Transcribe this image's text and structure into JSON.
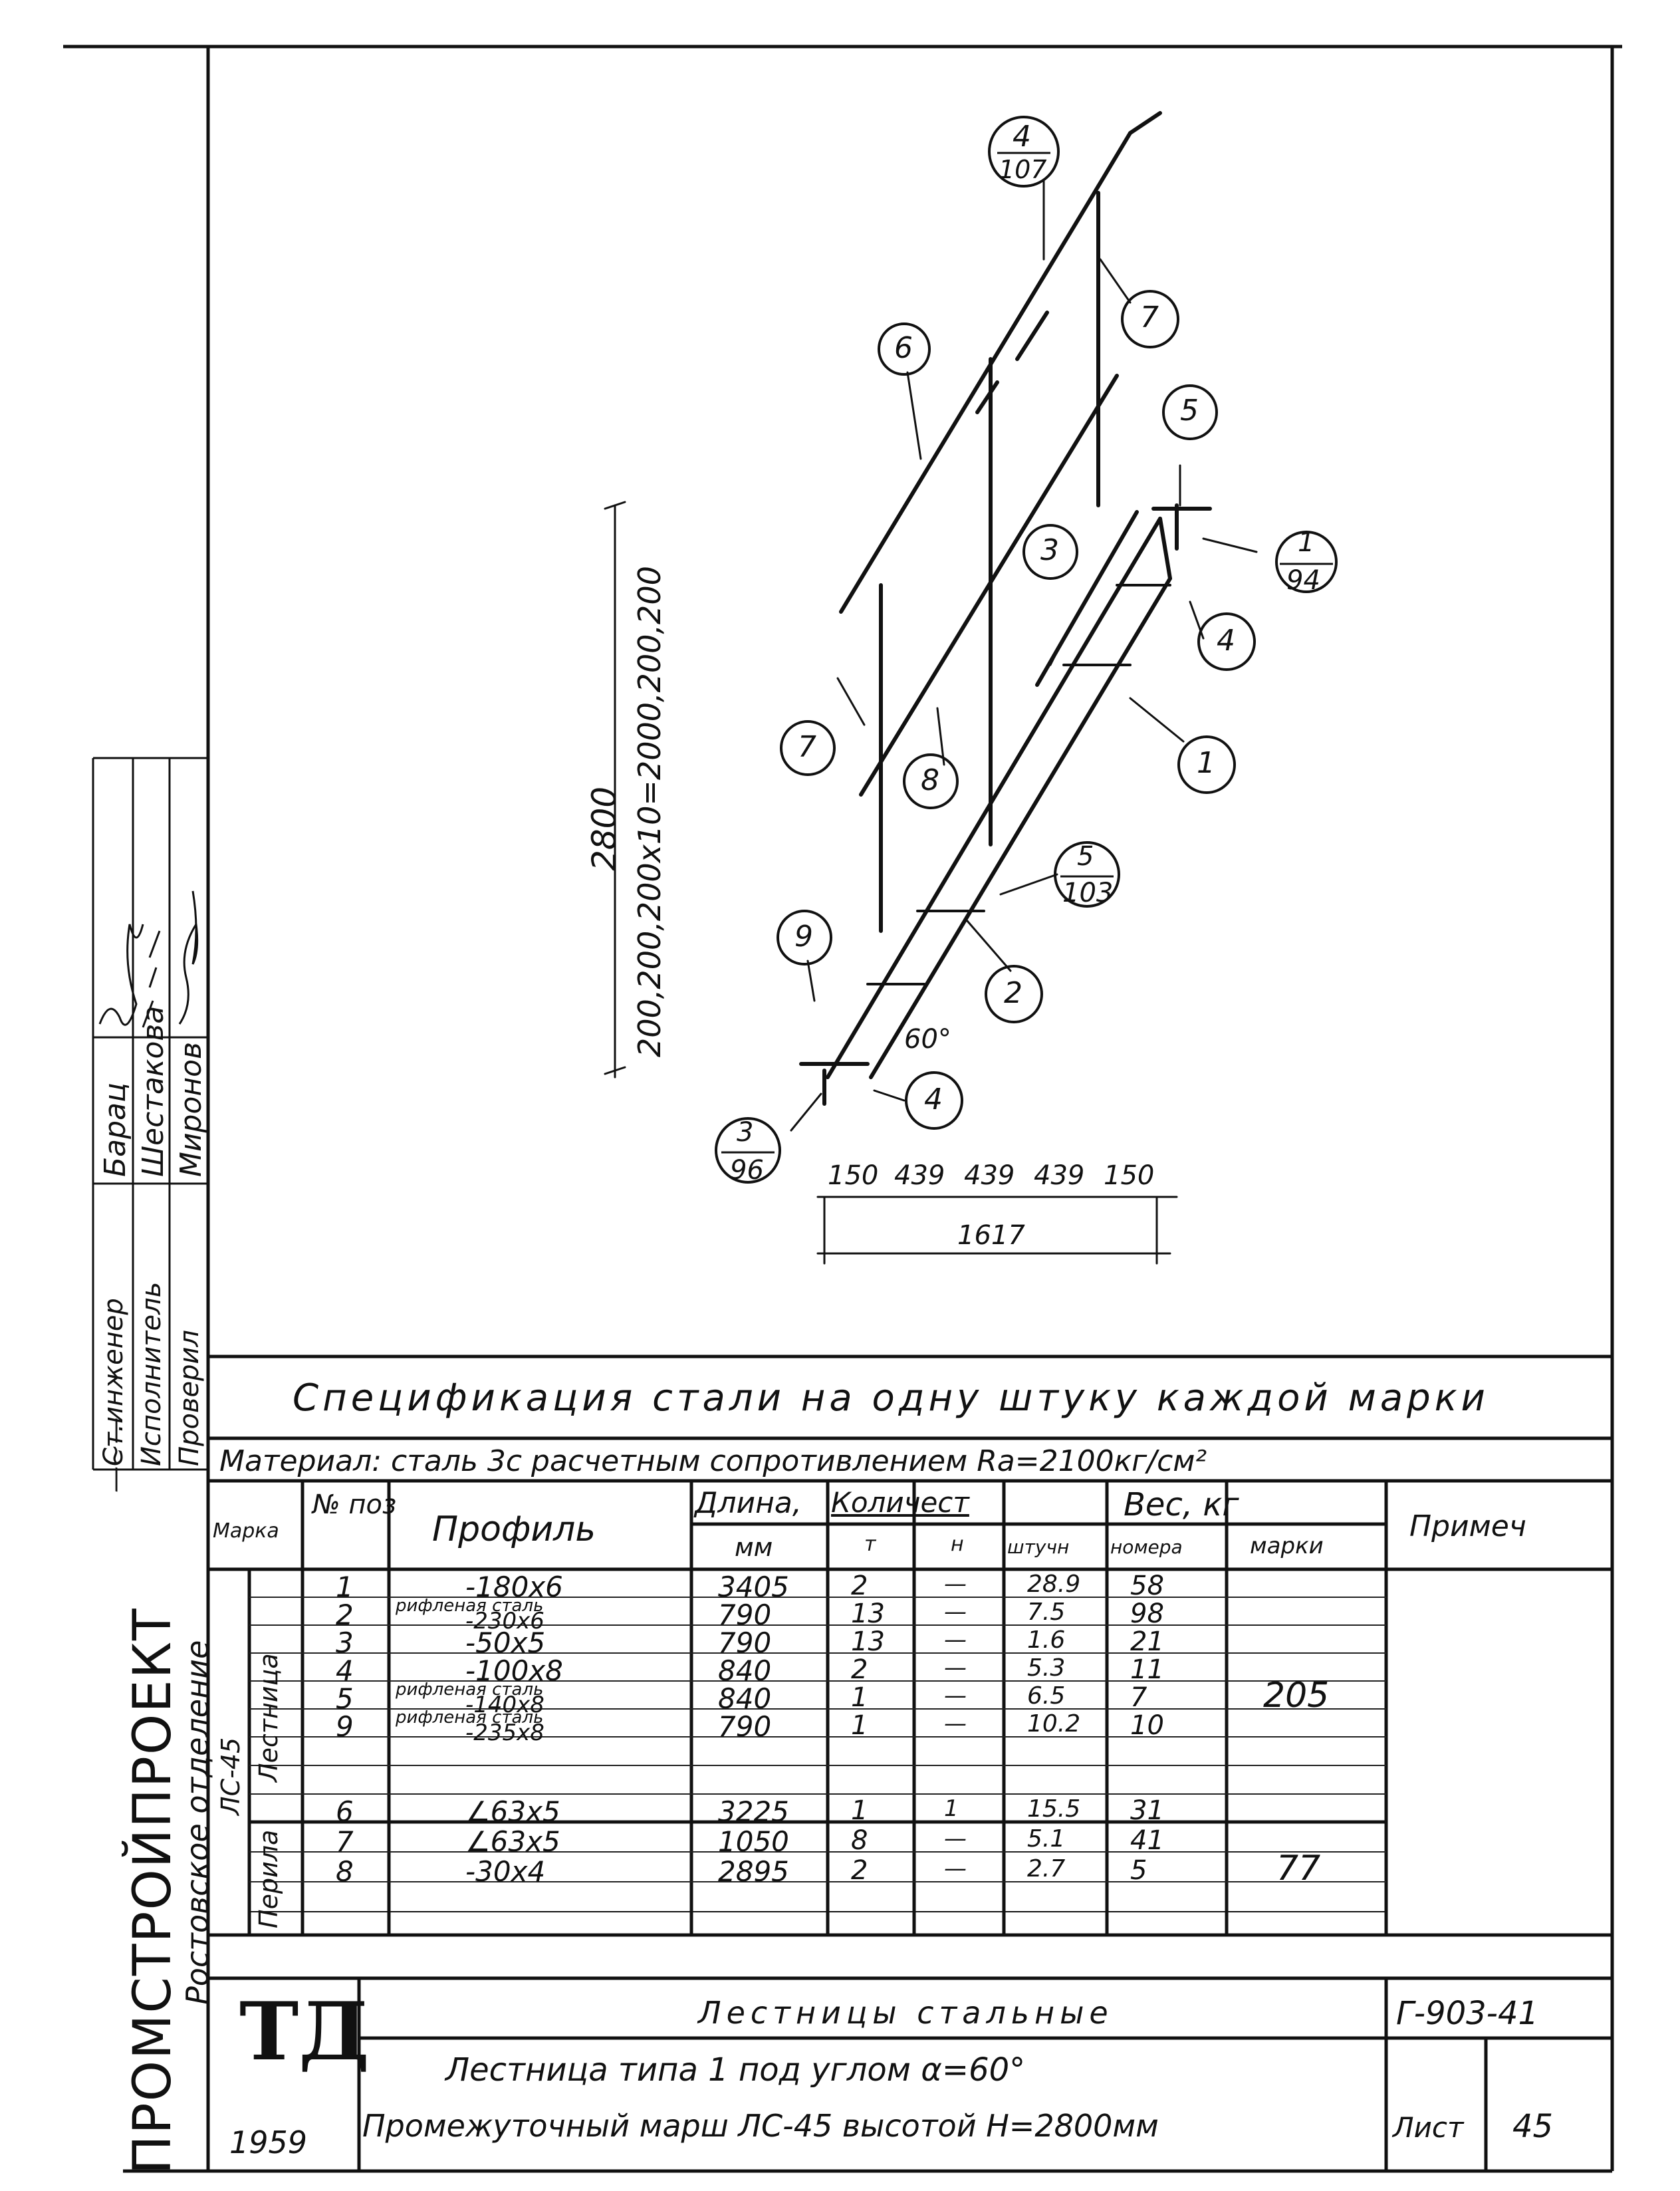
{
  "drawing": {
    "callouts": {
      "c4_107": [
        "4",
        "107"
      ],
      "c7_top": "7",
      "c6": "6",
      "c5": "5",
      "c1_94": [
        "1",
        "94"
      ],
      "c3": "3",
      "c4_right": "4",
      "c1": "1",
      "c7_left": "7",
      "c8": "8",
      "c5_103": [
        "5",
        "103"
      ],
      "c9": "9",
      "c2": "2",
      "c4_bottom": "4",
      "c3_96": [
        "3",
        "96"
      ]
    },
    "angle_label": "60°",
    "height_total": "2800",
    "height_breakdown": "200,200,200x10=2000,200,200",
    "dims_bottom": [
      "150",
      "439",
      "439",
      "439",
      "150"
    ],
    "dim_total": "1617"
  },
  "spec": {
    "title": "Спецификация стали на одну штуку каждой марки",
    "material": "Материал: сталь 3с расчетным сопротивлением Ra=2100кг/см²",
    "headers": {
      "mark": "Марка",
      "pos": "№ поз",
      "profile": "Профиль",
      "length": "Длина,",
      "length_unit": "мм",
      "qty": "Количест",
      "qty_t": "т",
      "qty_n": "н",
      "weight": "Вес,   кг",
      "w_pcs": "штучн",
      "w_total": "номера",
      "w_mark": "марки",
      "note": "Примеч"
    },
    "mark_name": "ЛС-45",
    "group1": "Лестница",
    "group2": "Перила",
    "rows": [
      {
        "pos": "1",
        "note_small": "",
        "profile": "-180x6",
        "length": "3405",
        "t": "2",
        "n": "—",
        "w1": "28.9",
        "w2": "58"
      },
      {
        "pos": "2",
        "note_small": "рифленая сталь",
        "profile": "-230x6",
        "length": "790",
        "t": "13",
        "n": "—",
        "w1": "7.5",
        "w2": "98"
      },
      {
        "pos": "3",
        "note_small": "",
        "profile": "-50x5",
        "length": "790",
        "t": "13",
        "n": "—",
        "w1": "1.6",
        "w2": "21"
      },
      {
        "pos": "4",
        "note_small": "",
        "profile": "-100x8",
        "length": "840",
        "t": "2",
        "n": "—",
        "w1": "5.3",
        "w2": "11"
      },
      {
        "pos": "5",
        "note_small": "рифленая сталь",
        "profile": "-140x8",
        "length": "840",
        "t": "1",
        "n": "—",
        "w1": "6.5",
        "w2": "7"
      },
      {
        "pos": "9",
        "note_small": "рифленая сталь",
        "profile": "-235x8",
        "length": "790",
        "t": "1",
        "n": "—",
        "w1": "10.2",
        "w2": "10"
      },
      {
        "pos": "6",
        "note_small": "",
        "profile": "∠63x5",
        "length": "3225",
        "t": "1",
        "n": "1",
        "w1": "15.5",
        "w2": "31"
      },
      {
        "pos": "7",
        "note_small": "",
        "profile": "∠63x5",
        "length": "1050",
        "t": "8",
        "n": "—",
        "w1": "5.1",
        "w2": "41"
      },
      {
        "pos": "8",
        "note_small": "",
        "profile": "-30x4",
        "length": "2895",
        "t": "2",
        "n": "—",
        "w1": "2.7",
        "w2": "5"
      }
    ],
    "mark_total_1": "205",
    "mark_total_2": "77"
  },
  "stamp": {
    "logo": "ТД",
    "year": "1959",
    "title1": "Лестницы стальные",
    "title2": "Лестница типа 1 под углом α=60°",
    "title3": "Промежуточный марш ЛС-45 высотой Н=2800мм",
    "doc_code": "Г-903-41",
    "sheet_label": "Лист",
    "sheet_no": "45"
  },
  "side": {
    "org": "ПРОМСТРОЙПРОЕКТ",
    "branch": "Ростовское отделение",
    "top_mark": "—~—",
    "roles": [
      "Ст.инженер",
      "Исполнитель",
      "Проверил"
    ],
    "names": [
      "Барац",
      "Шестакова",
      "Миронов"
    ]
  }
}
